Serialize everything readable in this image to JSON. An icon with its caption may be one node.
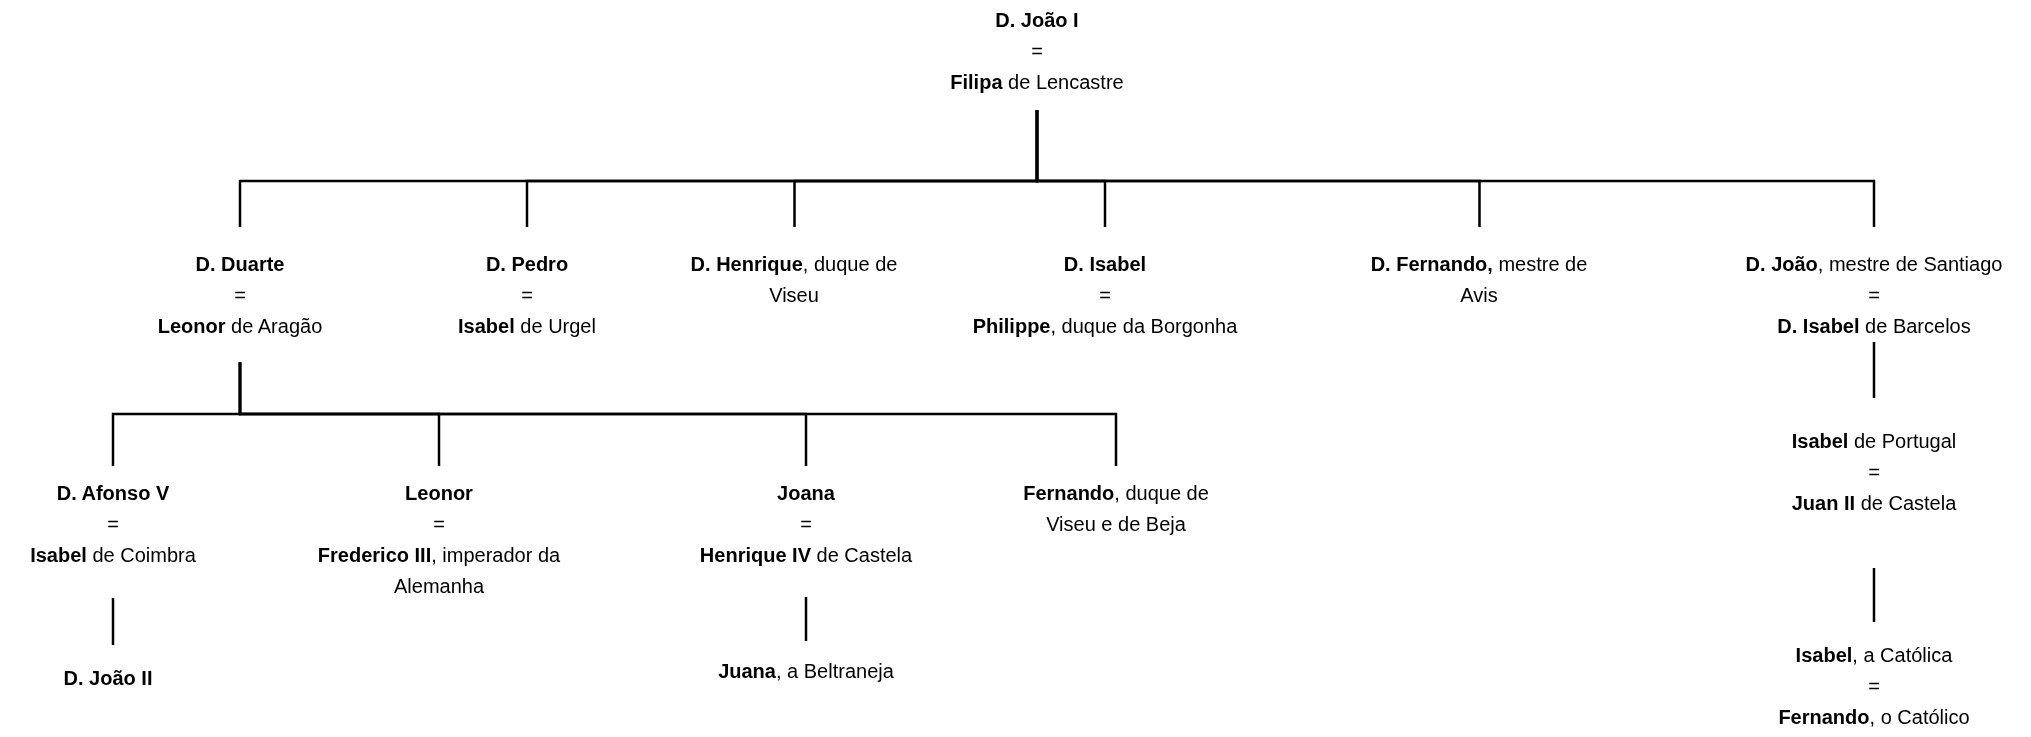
{
  "diagram": {
    "nodes": [
      {
        "text": [
          "**D. João I**",
          "=",
          "**Filipa** de Lencastre"
        ]
      },
      {
        "text": [
          "**D. Duarte**",
          "=",
          "**Leonor** de Aragão"
        ]
      },
      {
        "text": [
          "**D. Pedro**",
          "=",
          "**Isabel** de Urgel"
        ]
      },
      {
        "text": [
          "**D. Henrique**, duque de Viseu"
        ]
      },
      {
        "text": [
          "**D. Isabel**",
          "=",
          "**Philippe**, duque da Borgonha"
        ]
      },
      {
        "text": [
          "**D. Fernando,** mestre de Avis"
        ]
      },
      {
        "text": [
          "**D. João**, mestre de Santiago",
          "=",
          "**D. Isabel** de Barcelos"
        ]
      },
      {
        "text": [
          "**D. Afonso V**",
          "=",
          "**Isabel** de Coimbra"
        ]
      },
      {
        "text": [
          "**Leonor**",
          "=",
          "**Frederico III**, imperador da Alemanha"
        ]
      },
      {
        "text": [
          "**Joana**",
          "=",
          "**Henrique IV** de Castela"
        ]
      },
      {
        "text": [
          "**Fernando**, duque de Viseu e de Beja"
        ]
      },
      {
        "text": [
          "**Isabel** de Portugal",
          "=",
          "**Juan II** de Castela"
        ]
      },
      {
        "text": [
          "**D. João II**"
        ]
      },
      {
        "text": [
          "**Juana**, a Beltraneja"
        ]
      },
      {
        "text": [
          "**Isabel**, a Católica",
          "=",
          "**Fernando**, o Católico"
        ]
      }
    ],
    "edges": [
      {
        "from": 0,
        "to": 1,
        "arrow": "none"
      },
      {
        "from": 0,
        "to": 2,
        "arrow": "none"
      },
      {
        "from": 0,
        "to": 3,
        "arrow": "none"
      },
      {
        "from": 0,
        "to": 4,
        "arrow": "none"
      },
      {
        "from": 0,
        "to": 5,
        "arrow": "none"
      },
      {
        "from": 0,
        "to": 6,
        "arrow": "none"
      },
      {
        "from": 1,
        "to": 7,
        "arrow": "none"
      },
      {
        "from": 1,
        "to": 8,
        "arrow": "none"
      },
      {
        "from": 1,
        "to": 9,
        "arrow": "none"
      },
      {
        "from": 1,
        "to": 10,
        "arrow": "none"
      },
      {
        "from": 6,
        "to": 11,
        "arrow": "none"
      },
      {
        "from": 7,
        "to": 12,
        "arrow": "none"
      },
      {
        "from": 9,
        "to": 13,
        "arrow": "none"
      },
      {
        "from": 11,
        "to": 14,
        "arrow": "none"
      }
    ]
  }
}
